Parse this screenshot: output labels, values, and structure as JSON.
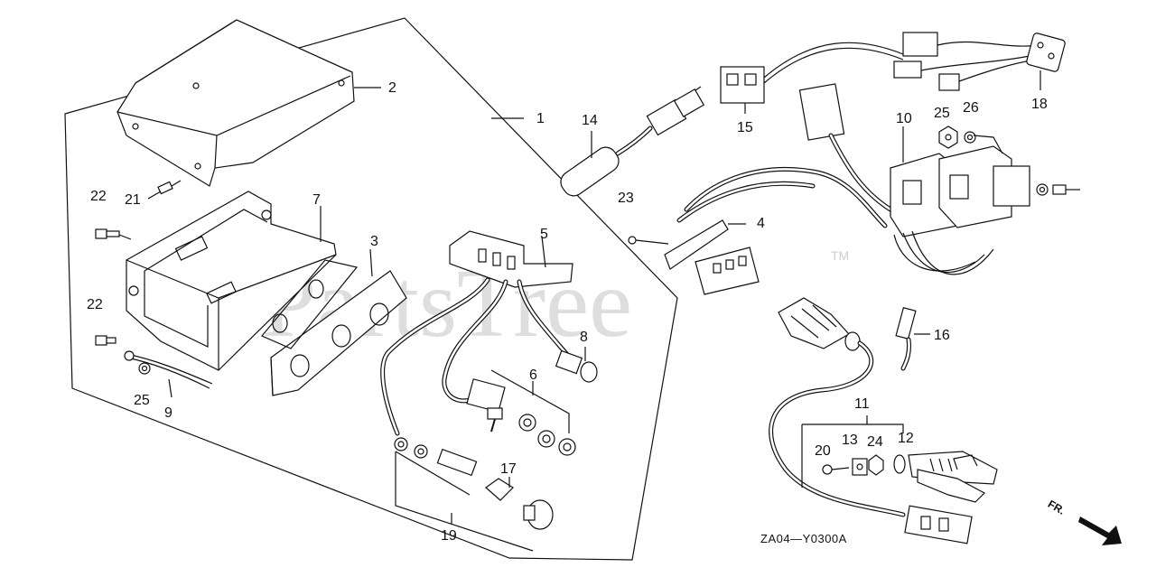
{
  "diagram": {
    "watermark": "PartsTree",
    "trademark": "TM",
    "code": "ZA04—Y0300A",
    "direction_label": "FR.",
    "colors": {
      "line": "#111111",
      "watermark": "#d6d6d6",
      "background": "#ffffff"
    },
    "labels": {
      "p1": "1",
      "p2": "2",
      "p3": "3",
      "p4": "4",
      "p5": "5",
      "p6": "6",
      "p7": "7",
      "p8": "8",
      "p9": "9",
      "p10": "10",
      "p11": "11",
      "p12": "12",
      "p13": "13",
      "p14": "14",
      "p15": "15",
      "p16": "16",
      "p17": "17",
      "p18": "18",
      "p19": "19",
      "p20": "20",
      "p21": "21",
      "p22a": "22",
      "p22b": "22",
      "p23": "23",
      "p24": "24",
      "p25a": "25",
      "p25b": "25",
      "p26": "26"
    }
  }
}
